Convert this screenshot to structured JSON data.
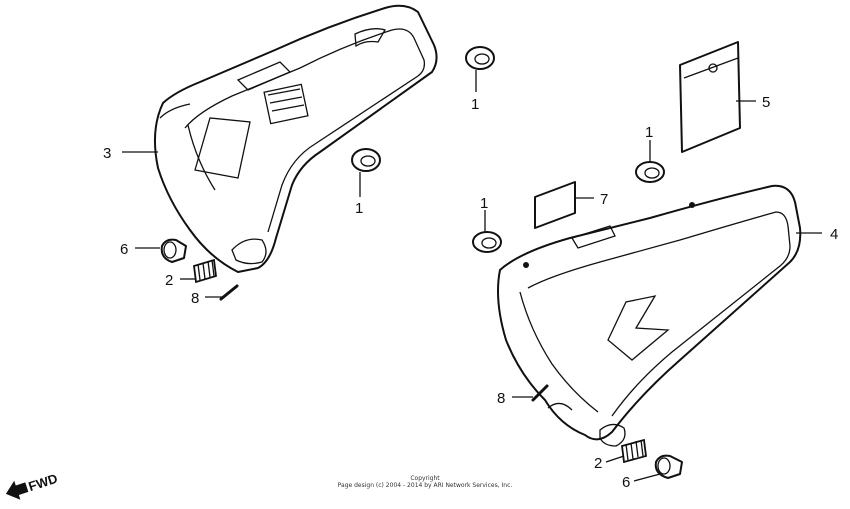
{
  "callouts": {
    "c1a": "1",
    "c1b": "1",
    "c1c": "1",
    "c1d": "1",
    "c2a": "2",
    "c2b": "2",
    "c3": "3",
    "c4": "4",
    "c5": "5",
    "c6a": "6",
    "c6b": "6",
    "c7": "7",
    "c8a": "8",
    "c8b": "8"
  },
  "copyright": {
    "line1": "Copyright",
    "line2": "Page design (c) 2004 - 2014 by ARI Network Services, Inc."
  },
  "direction": {
    "label": "FWD",
    "icon": "arrow-left-icon"
  }
}
